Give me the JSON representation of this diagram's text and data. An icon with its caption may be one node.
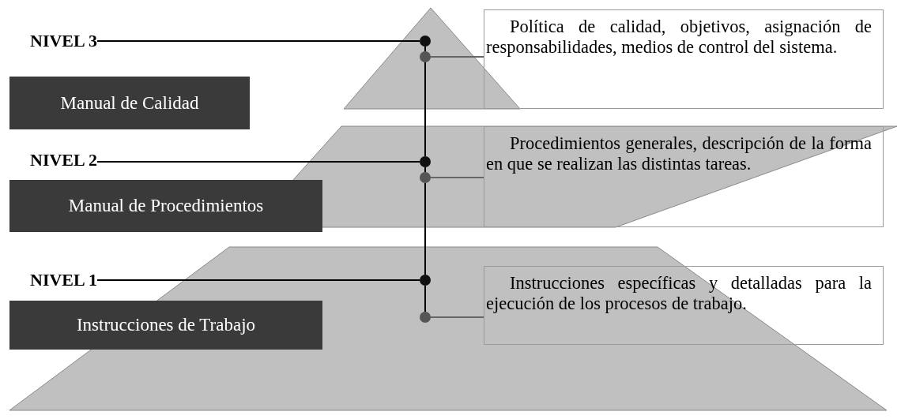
{
  "diagram": {
    "nodes": [
      {
        "text": [
          "NIVEL 3"
        ]
      },
      {
        "text": [
          "Manual de Calidad"
        ]
      },
      {
        "text": [
          "NIVEL 2"
        ]
      },
      {
        "text": [
          "Manual de Procedimientos"
        ]
      },
      {
        "text": [
          "NIVEL 1"
        ]
      },
      {
        "text": [
          "Instrucciones de Trabajo"
        ]
      },
      {
        "text": [
          "Política de calidad, objetivos, asignación de responsabilidades, medios de control del sistema."
        ]
      },
      {
        "text": [
          "Procedimientos generales, descripción de la forma en que se realizan las distintas tareas."
        ]
      },
      {
        "text": [
          "Instrucciones específicas y detalladas para la ejecución de los procesos de trabajo."
        ]
      },
      {
        "text": [],
        "shape": "circle"
      },
      {
        "text": [],
        "shape": "circle"
      },
      {
        "text": [],
        "shape": "circle"
      },
      {
        "text": [],
        "shape": "circle"
      },
      {
        "text": [],
        "shape": "circle"
      },
      {
        "text": [],
        "shape": "circle"
      }
    ],
    "edges": [
      {
        "from": 0,
        "to": 9,
        "arrow": "none"
      },
      {
        "from": 9,
        "to": 10,
        "arrow": "none"
      },
      {
        "from": 10,
        "to": 6,
        "arrow": "none",
        "color": "#666666"
      },
      {
        "from": 10,
        "to": 11,
        "arrow": "none"
      },
      {
        "from": 2,
        "to": 11,
        "arrow": "none"
      },
      {
        "from": 11,
        "to": 12,
        "arrow": "none"
      },
      {
        "from": 12,
        "to": 7,
        "arrow": "none",
        "color": "#666666"
      },
      {
        "from": 12,
        "to": 13,
        "arrow": "none"
      },
      {
        "from": 4,
        "to": 13,
        "arrow": "none"
      },
      {
        "from": 13,
        "to": 14,
        "arrow": "none"
      },
      {
        "from": 14,
        "to": 8,
        "arrow": "none",
        "color": "#666666"
      }
    ]
  }
}
